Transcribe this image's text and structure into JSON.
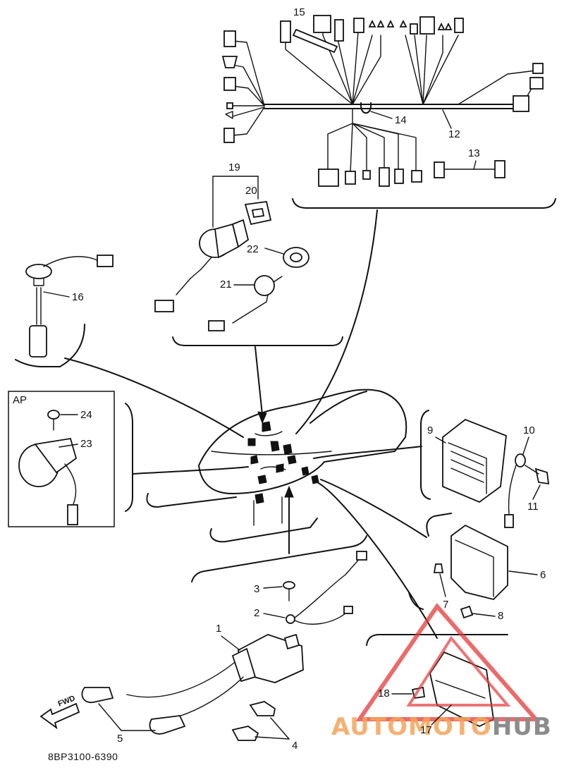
{
  "diagram": {
    "code": "8BP3100-6390",
    "ap_label": "AP",
    "fwd_label": "FWD",
    "callouts": {
      "c1": "1",
      "c2": "2",
      "c3": "3",
      "c4": "4",
      "c5": "5",
      "c6": "6",
      "c7": "7",
      "c8": "8",
      "c9": "9",
      "c10": "10",
      "c11": "11",
      "c12": "12",
      "c13": "13",
      "c14": "14",
      "c15": "15",
      "c16": "16",
      "c17": "17",
      "c18": "18",
      "c19": "19",
      "c20": "20",
      "c21": "21",
      "c22": "22",
      "c23": "23",
      "c24": "24"
    }
  },
  "watermark": {
    "part1": "AUTO",
    "part2": "MOTO",
    "part3": "HUB",
    "colors": {
      "orange": "#f4a45a",
      "gray": "#8c8c8c",
      "red": "#e33a3a"
    }
  }
}
